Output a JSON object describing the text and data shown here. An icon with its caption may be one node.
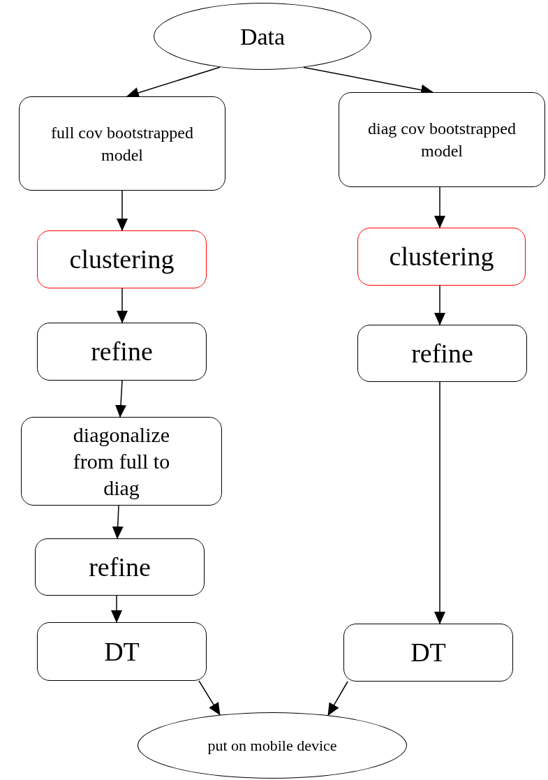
{
  "diagram": {
    "nodes": [
      {
        "text": [
          "Data"
        ]
      },
      {
        "text": [
          "full cov bootstrapped model"
        ]
      },
      {
        "text": [
          "clustering"
        ]
      },
      {
        "text": [
          "refine"
        ]
      },
      {
        "text": [
          "diagonalize from full to diag"
        ]
      },
      {
        "text": [
          "refine"
        ]
      },
      {
        "text": [
          "DT"
        ]
      },
      {
        "text": [
          "diag cov bootstrapped model"
        ]
      },
      {
        "text": [
          "clustering"
        ]
      },
      {
        "text": [
          "refine"
        ]
      },
      {
        "text": [
          "DT"
        ]
      },
      {
        "text": [
          "put on mobile device"
        ]
      }
    ],
    "edges": [
      {
        "from": 0,
        "to": 1,
        "arrow": "to"
      },
      {
        "from": 0,
        "to": 7,
        "arrow": "to"
      },
      {
        "from": 1,
        "to": 2,
        "arrow": "to"
      },
      {
        "from": 2,
        "to": 3,
        "arrow": "to"
      },
      {
        "from": 3,
        "to": 4,
        "arrow": "to"
      },
      {
        "from": 4,
        "to": 5,
        "arrow": "to"
      },
      {
        "from": 5,
        "to": 6,
        "arrow": "to"
      },
      {
        "from": 6,
        "to": 11,
        "arrow": "to"
      },
      {
        "from": 7,
        "to": 8,
        "arrow": "to"
      },
      {
        "from": 8,
        "to": 9,
        "arrow": "to"
      },
      {
        "from": 9,
        "to": 10,
        "arrow": "to"
      },
      {
        "from": 10,
        "to": 11,
        "arrow": "to"
      }
    ]
  }
}
